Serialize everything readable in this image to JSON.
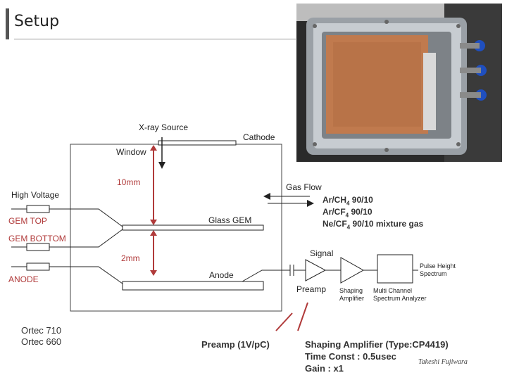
{
  "title": "Setup",
  "diagram": {
    "xray_source": "X-ray Source",
    "cathode": "Cathode",
    "window": "Window",
    "gap_top": "10mm",
    "gap_bottom": "2mm",
    "high_voltage": "High Voltage",
    "gas_flow": "Gas Flow",
    "glass_gem": "Glass GEM",
    "gem_top": "GEM TOP",
    "gem_bottom": "GEM BOTTOM",
    "anode_label": "Anode",
    "anode_line": "ANODE",
    "signal": "Signal",
    "preamp": "Preamp",
    "pulse_height_1": "Pulse Height",
    "pulse_height_2": "Spectrum",
    "shaping_1": "Shaping",
    "shaping_2": "Amplifier",
    "mca_1": "Multi Channel",
    "mca_2": "Spectrum Analyzer"
  },
  "gas": {
    "line1": "Ar/CH",
    "line1_sub": "4",
    "line1_rest": " 90/10",
    "line2": "Ar/CF",
    "line2_sub": "4",
    "line2_rest": " 90/10",
    "line3": "Ne/CF",
    "line3_sub": "4",
    "line3_rest": " 90/10 mixture gas"
  },
  "bottom": {
    "ortec1": "Ortec 710",
    "ortec2": "Ortec 660",
    "preamp_spec": "Preamp (1V/pC)",
    "shaping_spec": "Shaping Amplifier (Type:CP4419)",
    "time_const": "Time Const : 0.5usec",
    "gain": "Gain : x1",
    "credit": "Takeshi Fujiwara"
  }
}
